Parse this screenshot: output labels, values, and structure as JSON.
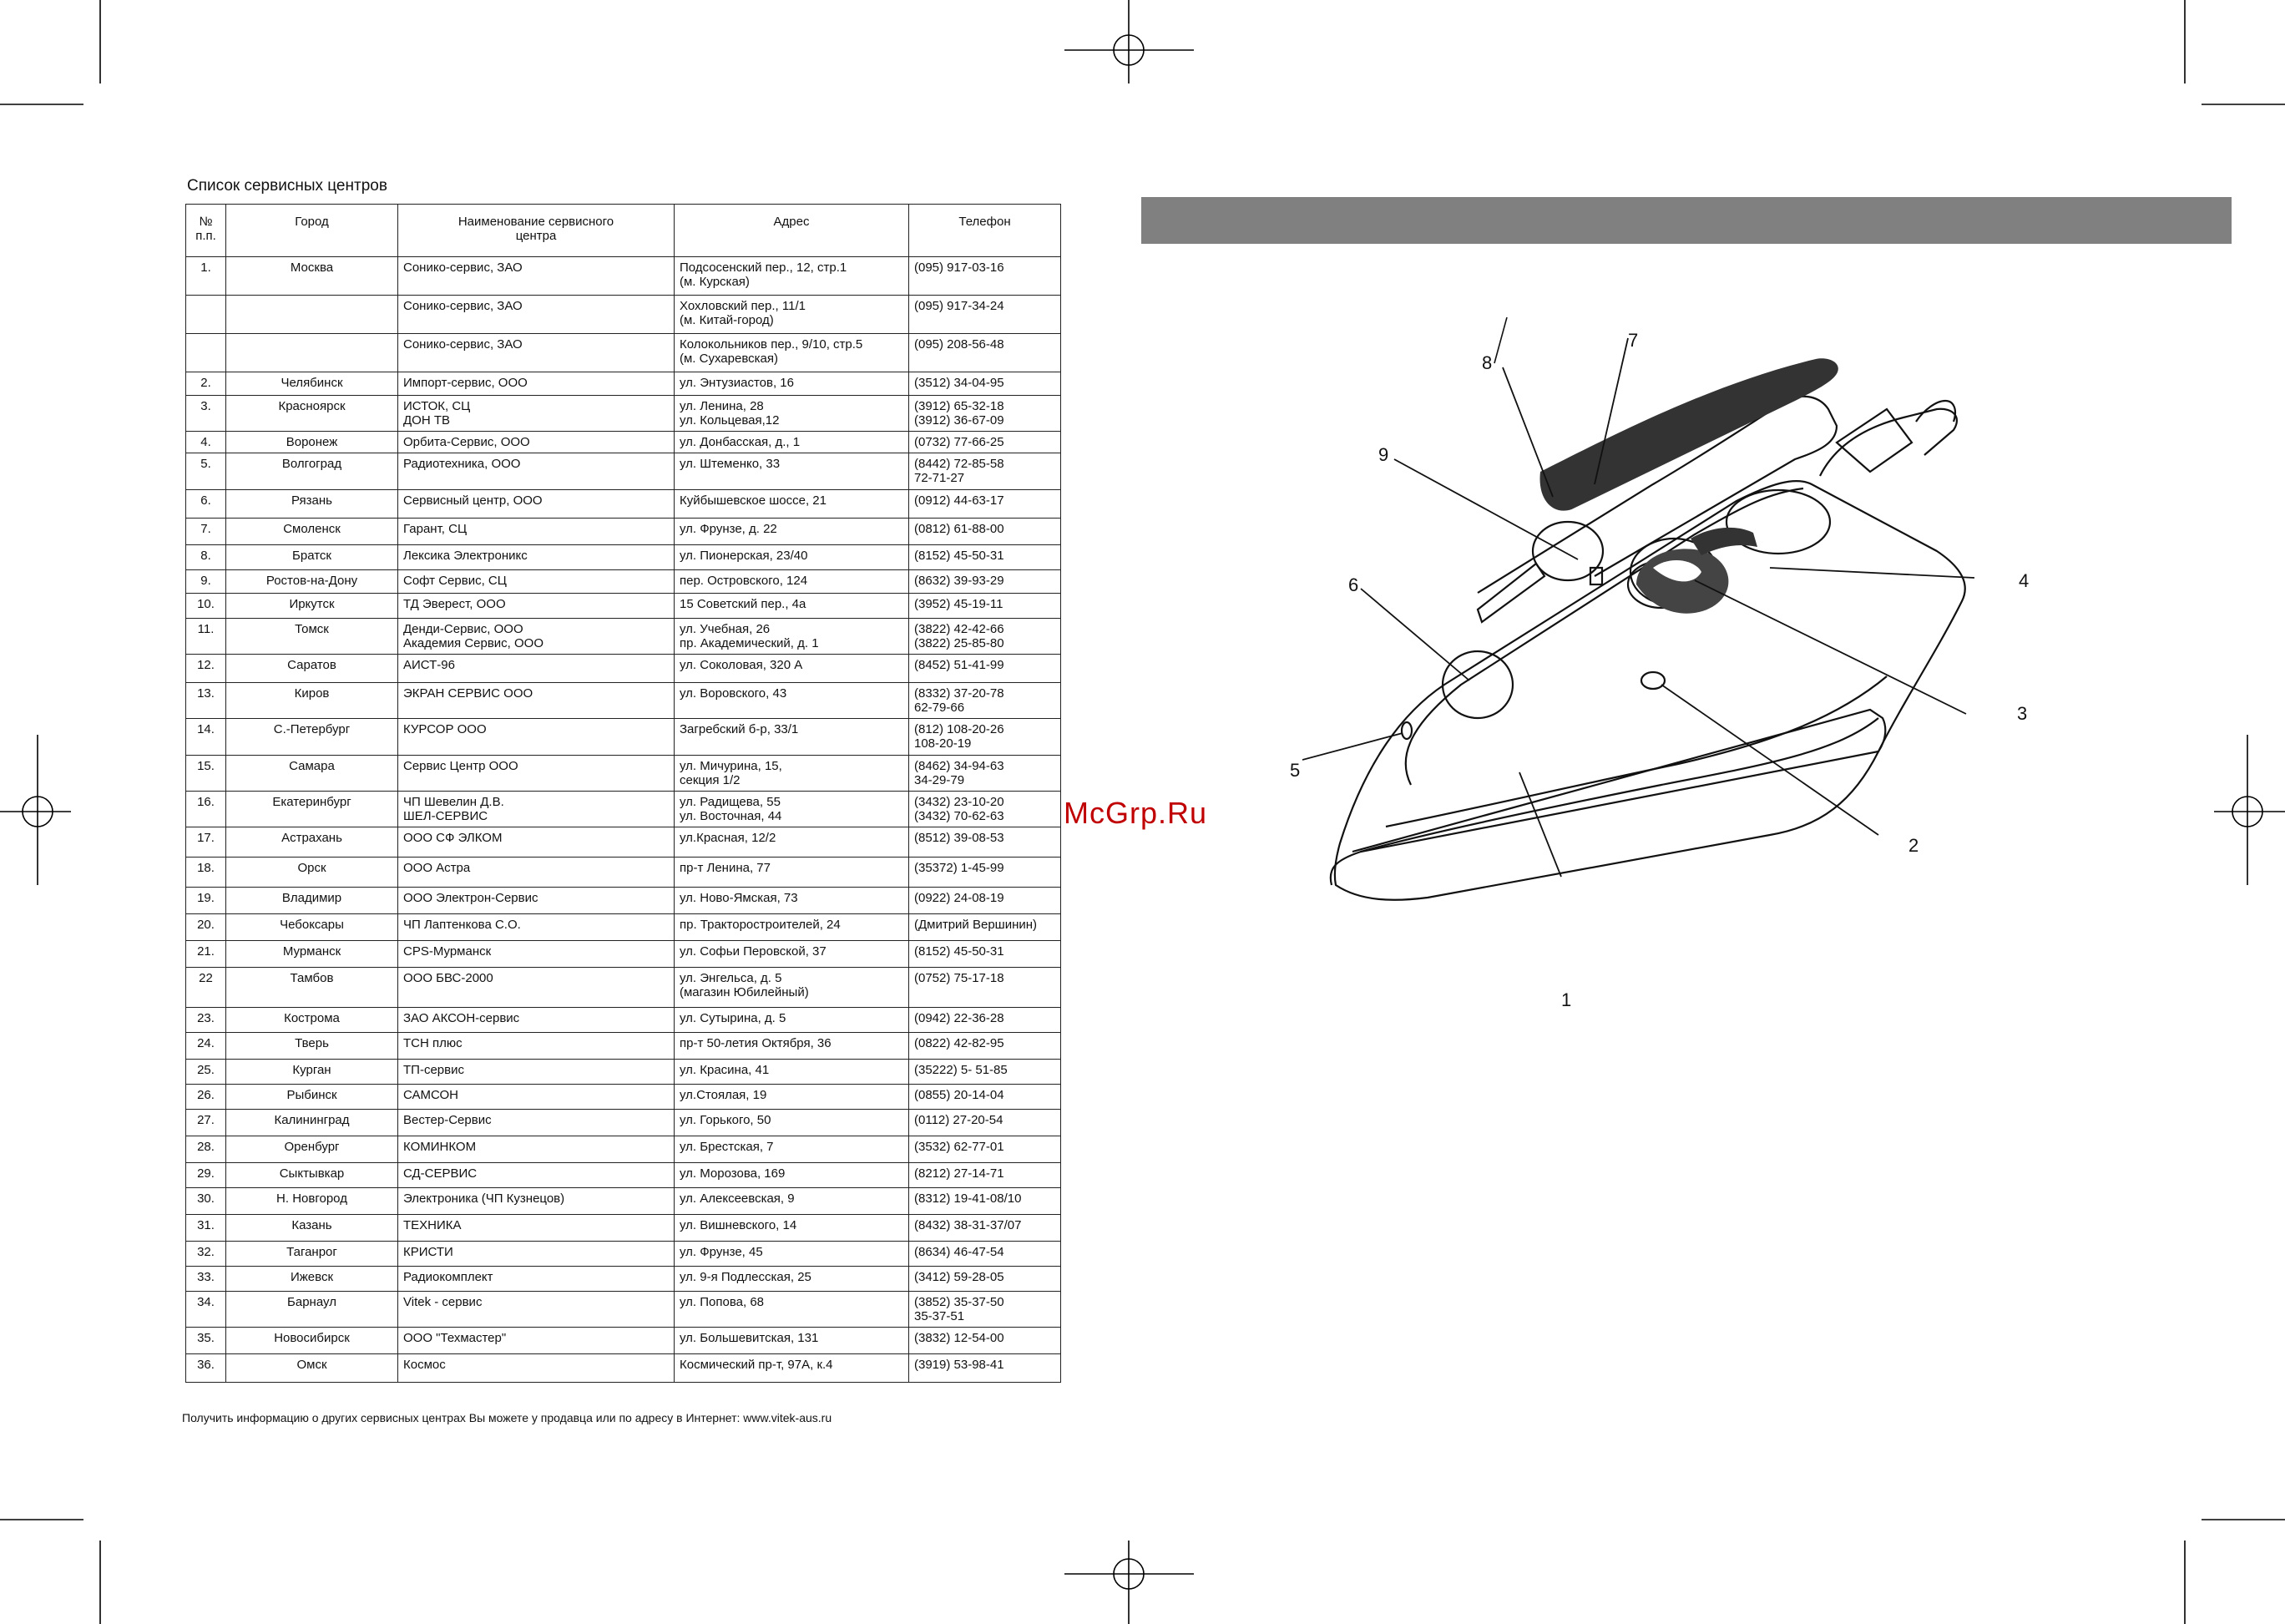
{
  "page_title": "Список сервисных центров",
  "table": {
    "headers": [
      "№\nп.п.",
      "Город",
      "Наименование сервисного\nцентра",
      "Адрес",
      "Телефон"
    ],
    "rows": [
      {
        "num": "1.",
        "city": "Москва",
        "center": "Сонико-сервис, ЗАО",
        "addr": "Подсосенский пер., 12, стр.1\n(м. Курская)",
        "phone": "(095) 917-03-16",
        "h": 46
      },
      {
        "num": "",
        "city": "",
        "center": "Сонико-сервис, ЗАО",
        "addr": "Хохловский пер., 11/1\n(м. Китай-город)",
        "phone": "(095) 917-34-24",
        "h": 46
      },
      {
        "num": "",
        "city": "",
        "center": "Сонико-сервис, ЗАО",
        "addr": "Колокольников пер., 9/10, стр.5\n(м. Сухаревская)",
        "phone": "(095) 208-56-48",
        "h": 46
      },
      {
        "num": "2.",
        "city": "Челябинск",
        "center": "Импорт-сервис, ООО",
        "addr": "ул. Энтузиастов, 16",
        "phone": "(3512) 34-04-95",
        "h": 28
      },
      {
        "num": "3.",
        "city": "Красноярск",
        "center": "ИСТОК, СЦ\nДОН ТВ",
        "addr": "ул. Ленина, 28\nул. Кольцевая,12",
        "phone": "(3912) 65-32-18\n(3912) 36-67-09",
        "h": 42
      },
      {
        "num": "4.",
        "city": "Воронеж",
        "center": "Орбита-Сервис, ООО",
        "addr": "ул. Донбасская, д., 1",
        "phone": "(0732) 77-66-25",
        "h": 26
      },
      {
        "num": "5.",
        "city": "Волгоград",
        "center": "Радиотехника, ООО",
        "addr": "ул. Штеменко, 33",
        "phone": "(8442) 72-85-58\n         72-71-27",
        "h": 44
      },
      {
        "num": "6.",
        "city": "Рязань",
        "center": "Сервисный центр, ООО",
        "addr": "Куйбышевское шоссе, 21",
        "phone": "(0912) 44-63-17",
        "h": 34
      },
      {
        "num": "7.",
        "city": "Смоленск",
        "center": "Гарант, СЦ",
        "addr": "ул. Фрунзе, д. 22",
        "phone": "(0812) 61-88-00",
        "h": 32
      },
      {
        "num": "8.",
        "city": "Братск",
        "center": "Лексика Электроникс",
        "addr": "ул. Пионерская, 23/40",
        "phone": "(8152) 45-50-31",
        "h": 30
      },
      {
        "num": "9.",
        "city": "Ростов-на-Дону",
        "center": "Софт Сервис, СЦ",
        "addr": "пер. Островского, 124",
        "phone": "(8632) 39-93-29",
        "h": 28
      },
      {
        "num": "10.",
        "city": "Иркутск",
        "center": "ТД Эверест, ООО",
        "addr": "15 Советский пер., 4а",
        "phone": "(3952) 45-19-11",
        "h": 30
      },
      {
        "num": "11.",
        "city": "Томск",
        "center": "Денди-Сервис, ООО\nАкадемия Сервис, ООО",
        "addr": "ул. Учебная, 26\nпр. Академический, д. 1",
        "phone": "(3822) 42-42-66\n(3822) 25-85-80",
        "h": 42
      },
      {
        "num": "12.",
        "city": "Саратов",
        "center": "АИСТ-96",
        "addr": "ул. Соколовая, 320 А",
        "phone": "(8452) 51-41-99",
        "h": 34
      },
      {
        "num": "13.",
        "city": "Киров",
        "center": "ЭКРАН СЕРВИС ООО",
        "addr": "ул. Воровского, 43",
        "phone": "(8332) 37-20-78\n         62-79-66",
        "h": 42
      },
      {
        "num": "14.",
        "city": "С.-Петербург",
        "center": "КУРСОР ООО",
        "addr": "Загребский б-р, 33/1",
        "phone": "(812) 108-20-26\n        108-20-19",
        "h": 44
      },
      {
        "num": "15.",
        "city": "Самара",
        "center": "Сервис Центр ООО",
        "addr": "ул. Мичурина, 15,\nсекция 1/2",
        "phone": "(8462) 34-94-63\n         34-29-79",
        "h": 42
      },
      {
        "num": "16.",
        "city": "Екатеринбург",
        "center": "ЧП Шевелин Д.В.\nШЕЛ-СЕРВИС",
        "addr": "ул. Радищева, 55\nул. Восточная, 44",
        "phone": "(3432) 23-10-20\n(3432) 70-62-63",
        "h": 42
      },
      {
        "num": "17.",
        "city": "Астрахань",
        "center": "ООО СФ ЭЛКОМ",
        "addr": "ул.Красная, 12/2",
        "phone": "(8512) 39-08-53",
        "h": 36
      },
      {
        "num": "18.",
        "city": "Орск",
        "center": "ООО Астра",
        "addr": "пр-т Ленина, 77",
        "phone": "(35372) 1-45-99",
        "h": 36
      },
      {
        "num": "19.",
        "city": "Владимир",
        "center": "ООО Электрон-Сервис",
        "addr": "ул. Ново-Ямская, 73",
        "phone": "(0922) 24-08-19",
        "h": 32
      },
      {
        "num": "20.",
        "city": "Чебоксары",
        "center": "ЧП Лаптенкова С.О.",
        "addr": "пр. Тракторостроителей, 24",
        "phone": "(Дмитрий Вершинин)",
        "h": 32
      },
      {
        "num": "21.",
        "city": "Мурманск",
        "center": "CPS-Мурманск",
        "addr": "ул. Софьи Перовской, 37",
        "phone": "(8152) 45-50-31",
        "h": 32
      },
      {
        "num": "22",
        "city": "Тамбов",
        "center": "ООО БВС-2000",
        "addr": "ул. Энгельса, д. 5\n(магазин Юбилейный)",
        "phone": "(0752) 75-17-18",
        "h": 48
      },
      {
        "num": "23.",
        "city": "Кострома",
        "center": "ЗАО АКСОН-сервис",
        "addr": "ул. Сутырина, д. 5",
        "phone": "(0942) 22-36-28",
        "h": 30
      },
      {
        "num": "24.",
        "city": "Тверь",
        "center": "ТСН плюс",
        "addr": "пр-т 50-летия Октября, 36",
        "phone": "(0822) 42-82-95",
        "h": 32
      },
      {
        "num": "25.",
        "city": "Курган",
        "center": "ТП-сервис",
        "addr": "ул. Красина, 41",
        "phone": "(35222) 5- 51-85",
        "h": 30
      },
      {
        "num": "26.",
        "city": "Рыбинск",
        "center": "САМСОН",
        "addr": "ул.Стоялая, 19",
        "phone": "(0855) 20-14-04",
        "h": 30
      },
      {
        "num": "27.",
        "city": "Калининград",
        "center": "Вестер-Сервис",
        "addr": "ул. Горького, 50",
        "phone": "(0112) 27-20-54",
        "h": 32
      },
      {
        "num": "28.",
        "city": "Оренбург",
        "center": "КОМИНКОМ",
        "addr": "ул. Брестская, 7",
        "phone": "(3532) 62-77-01",
        "h": 32
      },
      {
        "num": "29.",
        "city": "Сыктывкар",
        "center": "СД-СЕРВИС",
        "addr": "ул. Морозова, 169",
        "phone": "(8212) 27-14-71",
        "h": 30
      },
      {
        "num": "30.",
        "city": "Н. Новгород",
        "center": "Электроника (ЧП Кузнецов)",
        "addr": "ул. Алексеевская, 9",
        "phone": "(8312) 19-41-08/10",
        "h": 32
      },
      {
        "num": "31.",
        "city": "Казань",
        "center": "ТЕХНИКА",
        "addr": "ул. Вишневского, 14",
        "phone": "(8432) 38-31-37/07",
        "h": 32
      },
      {
        "num": "32.",
        "city": "Таганрог",
        "center": "КРИСТИ",
        "addr": "ул. Фрунзе, 45",
        "phone": "(8634) 46-47-54",
        "h": 30
      },
      {
        "num": "33.",
        "city": "Ижевск",
        "center": "Радиокомплект",
        "addr": "ул. 9-я Подлесская, 25",
        "phone": "(3412) 59-28-05",
        "h": 30
      },
      {
        "num": "34.",
        "city": "Барнаул",
        "center": "Vitek - сервис",
        "addr": "ул. Попова, 68",
        "phone": "(3852) 35-37-50\n          35-37-51",
        "h": 42
      },
      {
        "num": "35.",
        "city": "Новосибирск",
        "center": "ООО \"Техмастер\"",
        "addr": "ул. Большевитская, 131",
        "phone": "(3832) 12-54-00",
        "h": 32
      },
      {
        "num": "36.",
        "city": "Омск",
        "center": "Космос",
        "addr": "Космический пр-т, 97А, к.4",
        "phone": "(3919) 53-98-41",
        "h": 34
      }
    ]
  },
  "footnote": "Получить информацию о других сервисных центрах Вы можете у продавца или по адресу в Интернет: www.vitek-aus.ru",
  "watermark": "McGrp.Ru",
  "diagram_labels": [
    "1",
    "2",
    "3",
    "4",
    "5",
    "6",
    "7",
    "8",
    "9"
  ]
}
